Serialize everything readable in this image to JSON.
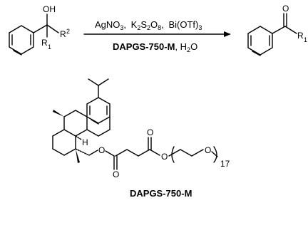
{
  "scheme": {
    "reactant": {
      "oh_label": "OH",
      "r2_label": "R",
      "r2_sub": "2",
      "r1_label": "R",
      "r1_sub": "1"
    },
    "reagents_line": {
      "agno3_main": "AgNO",
      "agno3_sub": "3",
      "k2s2o8_k": "K",
      "k2s2o8_k_sub": "2",
      "k2s2o8_s": "S",
      "k2s2o8_s_sub": "2",
      "k2s2o8_o": "O",
      "k2s2o8_o_sub": "8",
      "catalyst": "Bi(OTf)",
      "catalyst_sub": "3",
      "sep1": ",",
      "sep2": ","
    },
    "conditions_line": {
      "surfactant": "DAPGS-750-M",
      "solvent_sep": ", H",
      "solvent_sub": "2",
      "solvent_end": "O"
    },
    "product": {
      "o_label": "O",
      "r1_label": "R",
      "r1_sub": "1"
    }
  },
  "surfactant": {
    "h_label": "H",
    "o_ester1": "O",
    "o_carbonyl1": "O",
    "o_carbonyl2": "O",
    "o_ester2": "O",
    "o_peg": "O",
    "repeat_count": "17",
    "name": "DAPGS-750-M"
  }
}
